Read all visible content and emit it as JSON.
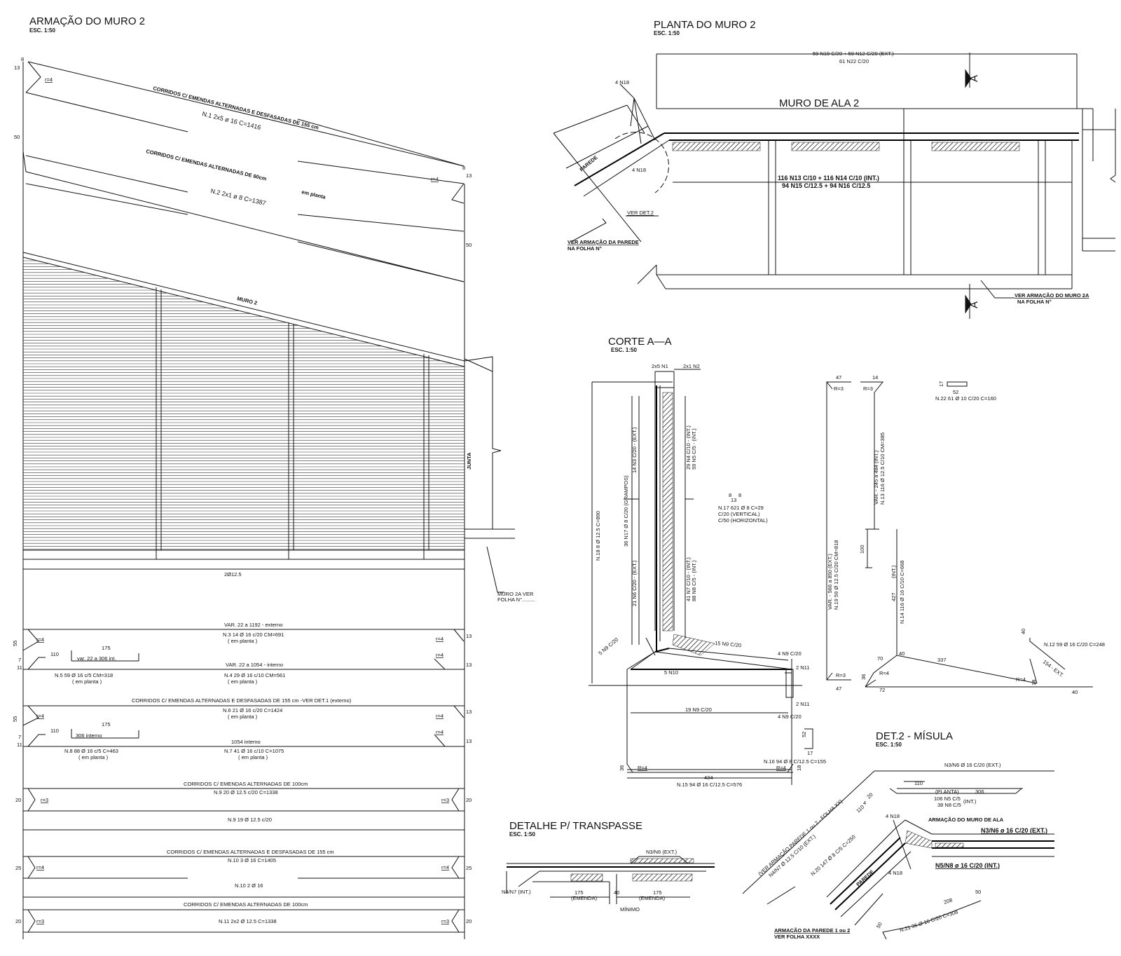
{
  "armacao": {
    "title": "ARMAÇÃO DO MURO 2",
    "scale": "ESC. 1:50",
    "n1_note": "CORRIDOS C/ EMENDAS ALTERNADAS E DESFASADAS DE 155 cm",
    "n1_label": "N.1  2x5  ø  16  C=1416",
    "n2_note": "CORRIDOS C/  EMENDAS ALTERNADAS DE 60cm",
    "n2_planta": "em planta",
    "n2_label": "N.2  2x1  ø  8  C=1387",
    "muro_label": "MURO 2",
    "junta": "JUNTA",
    "base_label": "2Ø12.5",
    "muro2a_line1": "MURO 2A VER",
    "muro2a_line2": "FOLHA N°.........",
    "r4": "r=4",
    "r3": "r=3",
    "dims": {
      "d8": "8",
      "d13": "13",
      "d50": "50",
      "d55": "55",
      "d7": "7",
      "d11": "11",
      "d20": "20",
      "d25": "25"
    },
    "bars": {
      "n3_var": "VAR. 22 a 1192 - externo",
      "n3_label": "N.3 14 Ø 16 c/20 CM=691",
      "em_planta": "( em planta )",
      "n4_var": "VAR. 22 a 1054 - interno",
      "n4_label": "N.4 29 Ø 16 c/10 CM=561",
      "n5_var": "var. 22 a 306 int.",
      "n5_label": "N.5 59 Ø 16 c/5 CM=318",
      "d175": "175",
      "d110": "110",
      "n6_note": "CORRIDOS C/ EMENDAS ALTERNADAS E DESFASADAS DE 155 cm -VER DET.1   (externo)",
      "n6_label": "N.6 21 Ø 16 c/20 C=1424",
      "n7_var": "1054  interno",
      "n7_label": "N.7 41 Ø 16 c/10 C=1075",
      "n8_var": "306  interno",
      "n8_label": "N.8 88 Ø 16 c/5 C=463",
      "n9_note": "CORRIDOS C/ EMENDAS ALTERNADAS DE 100cm",
      "n9_label": "N.9 20 Ø 12.5 c/20 C=1338",
      "n9b_label": "N.9 19 Ø 12.5 c/20",
      "n10_note": "CORRIDOS C/ EMENDAS ALTERNADAS E DESFASADAS DE 155 cm",
      "n10_label": "N.10 3 Ø 16 C=1405",
      "n10b_label": "N.10 2 Ø 16",
      "n11_note": "CORRIDOS C/ EMENDAS ALTERNADAS DE 100cm",
      "n11_label": "N.11 2x2 Ø 12.5 C=1338"
    }
  },
  "planta": {
    "title": "PLANTA DO MURO 2",
    "scale": "ESC. 1:50",
    "top_dim1": "59 N19 C/20 + 59 N12 C/20  (EXT.)",
    "top_dim2": "61 N22 C/20",
    "muro_ala": "MURO DE ALA 2",
    "bars_line1": "116  N13  C/10  +  116  N14  C/10    (INT.)",
    "bars_line2": "94  N15  C/12.5  +  94  N16  C/12.5",
    "n18": "4 N18",
    "parede": "PAREDE",
    "ver_det2": "VER DET.2",
    "ver_parede_1": "VER ARMAÇÃO DA PAREDE",
    "ver_parede_2": "NA FOLHA N°",
    "ver_muro2a_1": "VER ARMAÇÃO DO MURO 2A",
    "ver_muro2a_2": "NA FOLHA N°",
    "section_mark": "A"
  },
  "corte": {
    "title": "CORTE  A—A",
    "scale": "ESC. 1:50",
    "n1_top": "2x5 N1",
    "n2_top": "2x1 N2",
    "n3": "14 N3 C/20 - (EXT.)",
    "n4n5_1": "29 N4 C/10 - (INT.)",
    "n4n5_2": "59 N5 C/5 - (INT.)",
    "n17": "36 N17 Ø 8 C/20 (GRAMPOS)",
    "n18": "N.18 8 Ø 12.5 C=890",
    "n6": "21 N6 C/20 - (EXT.)",
    "n7n8_1": "41 N7 C/10 - (INT.)",
    "n7n8_2": "88 N8 C/5 - (INT.)",
    "n9c": "5 N9 C/20",
    "n9_15": "15 N9 C/20",
    "n9_4a": "4 N9 C/20",
    "n10": "5 N10",
    "n11a": "2 N11",
    "n11b": "2 N11",
    "n9_19": "19 N9 C/20",
    "n9_4b": "4 N9 C/20",
    "n16_label": "N.16 94 Ø 8 C/12.5 C=155",
    "n15_label": "N.15 94 Ø 16 C/12.5 C=576",
    "d434": "434",
    "d36": "36",
    "d52": "52",
    "d17": "17",
    "d18": "18",
    "r4": "R=4",
    "n17_detail_1": "N.17 621 Ø 8 C=29",
    "n17_detail_2": "C/20 (VERTICAL)",
    "n17_detail_3": "C/50 (HORIZONTAL)",
    "d8": "8",
    "d13": "13",
    "n19_var": "VAR. - 566 a 850    (EXT.)",
    "n19_label": "N.19 59 Ø 12.5 C/20 CM=818",
    "d47": "47",
    "d14": "14",
    "r3": "R=3",
    "n13_var": "VAR. - 245 a 484  (INT.)",
    "n13_label": "N.13 116 Ø 12.5 C/10 CM=385",
    "d100": "100",
    "d427": "427",
    "int": "(INT.)",
    "n14_label": "N.14 116 Ø 16 C/10 C=668",
    "d70": "70",
    "d40": "40",
    "d337": "337",
    "d72": "72",
    "n22_label": "N.22 61 Ø 10 C/20 C=160",
    "n12_label": "N.12 59 Ø 16 C/20 C=248",
    "d154": "154 - EXT."
  },
  "det2": {
    "title": "DET.2 - MÍSULA",
    "scale": "ESC. 1:50",
    "n3n6": "N3/N6 Ø 16 C/20 (EXT.)",
    "d110": "110",
    "d306": "306",
    "planta": "(PLANTA)",
    "n5n8_1": "106 N5 C/5",
    "n5n8_2": "38 N8 C/5",
    "int": "(INT.)",
    "n18": "4 N18",
    "armacao_ala": "ARMAÇÃO  DO  MURO  DE  ALA",
    "n3n6_big": "N3/N6  ø  16  C/20  (EXT.)",
    "n5n8_big": "N5/N8  ø  16  C/20  (INT.)",
    "ver_parede": "(VER ARMAÇÃO PAREDE 1 ou 2 - FOLHA XX)",
    "n4n7": "N4/N7 Ø 12.5 C/10 (EXT.)",
    "n20": "N.20 147 Ø 8 C/5 C=250",
    "d110b": "110",
    "d20": "20",
    "d4": "4",
    "parede": "PAREDE",
    "n21": "N.21 36 Ø 16 C/20 C=308",
    "d208": "208",
    "d50a": "50",
    "d50b": "50",
    "armacao_parede_1": "ARMAÇÃO  DA  PAREDE  1  ou  2",
    "armacao_parede_2": "VER  FOLHA  XXXX"
  },
  "transpasse": {
    "title": "DETALHE P/ TRANSPASSE",
    "scale": "ESC. 1:50",
    "n3n6": "N3/N6 (EXT.)",
    "n4n7": "N4/N7 (INT.)",
    "d175a": "175",
    "emenda_a": "(EMENDA)",
    "d40": "40",
    "d175b": "175",
    "emenda_b": "(EMENDA)",
    "minimo": "MÍNIMO"
  }
}
